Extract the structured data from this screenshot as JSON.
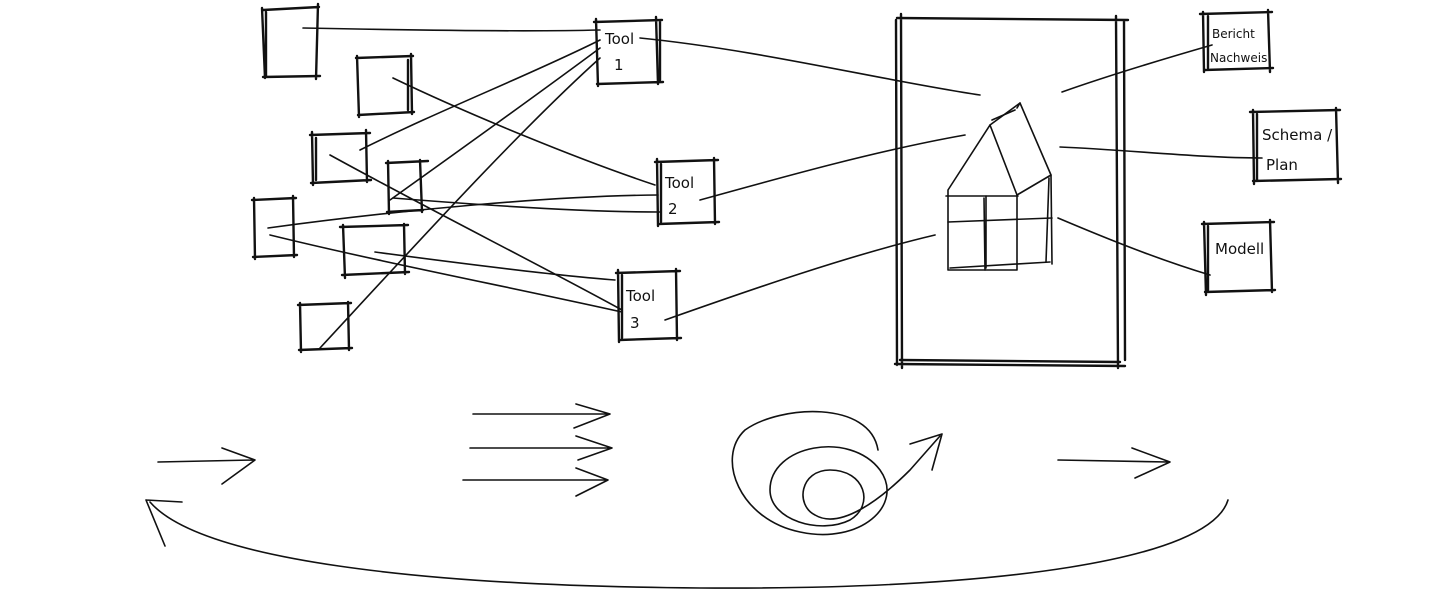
{
  "tools": [
    {
      "name": "Tool",
      "number": "1"
    },
    {
      "name": "Tool",
      "number": "2"
    },
    {
      "name": "Tool",
      "number": "3"
    }
  ],
  "outputs": {
    "bericht": {
      "line1": "Bericht",
      "line2": "Nachweis"
    },
    "schema": {
      "line1": "Schema /",
      "line2": "Plan"
    },
    "modell": {
      "label": "Modell"
    }
  }
}
